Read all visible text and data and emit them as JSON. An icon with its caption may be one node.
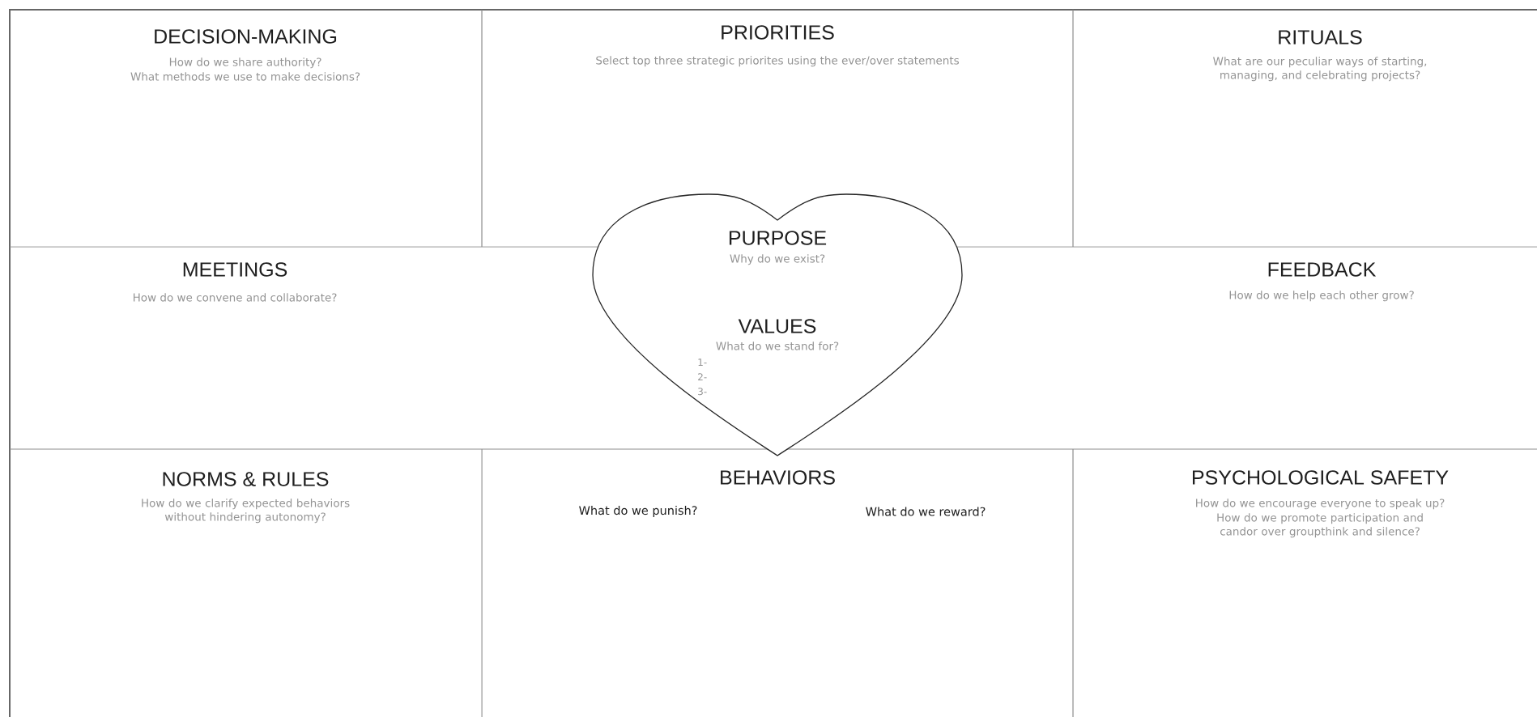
{
  "diagram": {
    "nodes": [
      {
        "text": [
          "DECISION-MAKING",
          "How do we share authority?",
          "What methods we use to make decisions?"
        ]
      },
      {
        "text": [
          "PRIORITIES",
          "Select top three strategic priorites using the ever/over statements"
        ]
      },
      {
        "text": [
          "RITUALS",
          "What are our peculiar ways of starting, managing, and celebrating projects?"
        ]
      },
      {
        "text": [
          "MEETINGS",
          "How do we convene and collaborate?"
        ]
      },
      {
        "text": [
          "PURPOSE",
          "Why do we exist?",
          "VALUES",
          "What do we stand for?",
          "1-",
          "2-",
          "3-"
        ]
      },
      {
        "text": [
          "FEEDBACK",
          "How do we help each other grow?"
        ]
      },
      {
        "text": [
          "NORMS & RULES",
          "How do we clarify expected behaviors without hindering autonomy?"
        ]
      },
      {
        "text": [
          "BEHAVIORS",
          "What do we punish?",
          "What do we reward?"
        ]
      },
      {
        "text": [
          "PSYCHOLOGICAL SAFETY",
          "How do we encourage everyone to speak up?",
          "How do we promote participation and candor over groupthink and silence?"
        ]
      }
    ]
  }
}
